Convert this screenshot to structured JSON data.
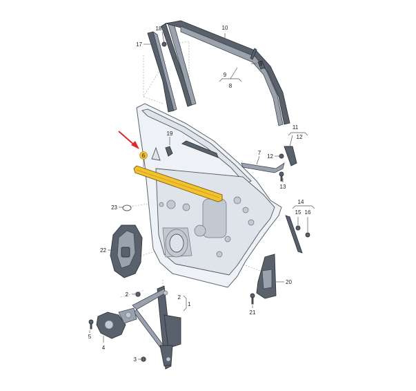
{
  "callouts": {
    "c1": "1",
    "c2": "2",
    "c3": "3",
    "c4": "4",
    "c5": "5",
    "c6": "6",
    "c7": "7",
    "c8": "8",
    "c9a": "9",
    "c9b": "9",
    "c10": "10",
    "c11": "11",
    "c12a": "12",
    "c12b": "12",
    "c13": "13",
    "c14": "14",
    "c15": "15",
    "c16": "16",
    "c17": "17",
    "c18": "18",
    "c19": "19",
    "c20": "20",
    "c21": "21",
    "c22": "22",
    "c23": "23"
  },
  "highlight": {
    "part": "6",
    "color": "#f2c12e",
    "arrow_color": "#e3262a"
  }
}
